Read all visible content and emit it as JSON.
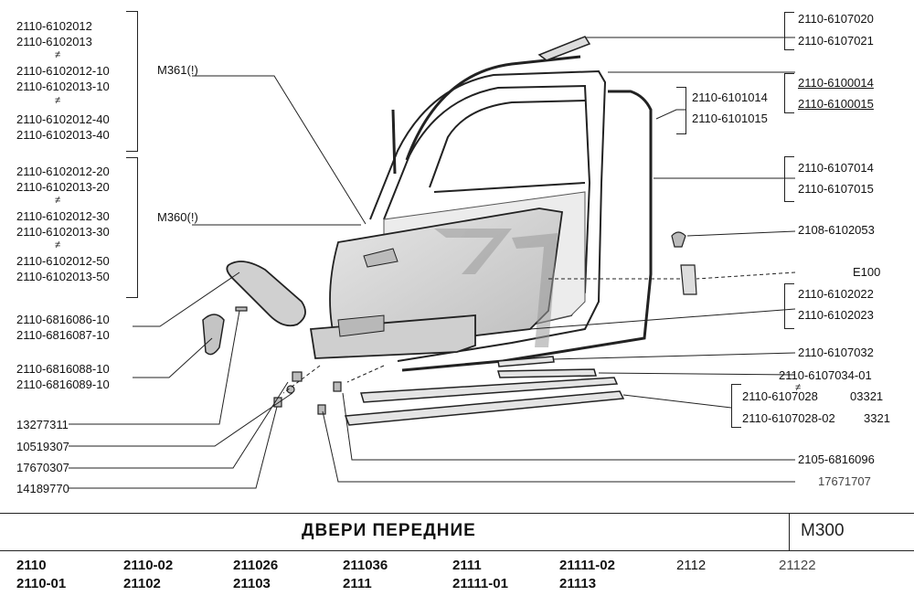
{
  "title": "ДВЕРИ  ПЕРЕДНИЕ",
  "page_code": "M300",
  "callouts": {
    "m361": "M361(!)",
    "m360": "M360(!)",
    "g1": [
      "2110-6102012",
      "2110-6102013",
      "2110-6102012-10",
      "2110-6102013-10",
      "2110-6102012-40",
      "2110-6102013-40"
    ],
    "g2": [
      "2110-6102012-20",
      "2110-6102013-20",
      "2110-6102012-30",
      "2110-6102013-30",
      "2110-6102012-50",
      "2110-6102013-50"
    ],
    "handle_a": [
      "2110-6816086-10",
      "2110-6816087-10"
    ],
    "handle_b": [
      "2110-6816088-10",
      "2110-6816089-10"
    ],
    "left_small": [
      "13277311",
      "10519307",
      "17670307",
      "14189770"
    ],
    "r1": [
      "2110-6107020",
      "2110-6107021"
    ],
    "r2": [
      "2110-6100014",
      "2110-6100015"
    ],
    "r3": [
      "2110-6101014",
      "2110-6101015"
    ],
    "r4": [
      "2110-6107014",
      "2110-6107015"
    ],
    "r5": "2108-6102053",
    "r6": "E100",
    "r7": [
      "2110-6102022",
      "2110-6102023"
    ],
    "r8": "2110-6107032",
    "r9": "2110-6107034-01",
    "r10": [
      "2110-6107028",
      "03321",
      "2110-6107028-02",
      "3321"
    ],
    "r11": "2105-6816096",
    "r12": "17671707",
    "not_equal": "≠"
  },
  "models": [
    [
      "2110",
      "2110-01"
    ],
    [
      "2110-02",
      "21102"
    ],
    [
      "211026",
      "21103"
    ],
    [
      "211036",
      "2111"
    ],
    [
      "2111",
      "21111-01"
    ],
    [
      "21111-02",
      "21113"
    ],
    [
      "2112",
      ""
    ],
    [
      "21122",
      ""
    ]
  ]
}
